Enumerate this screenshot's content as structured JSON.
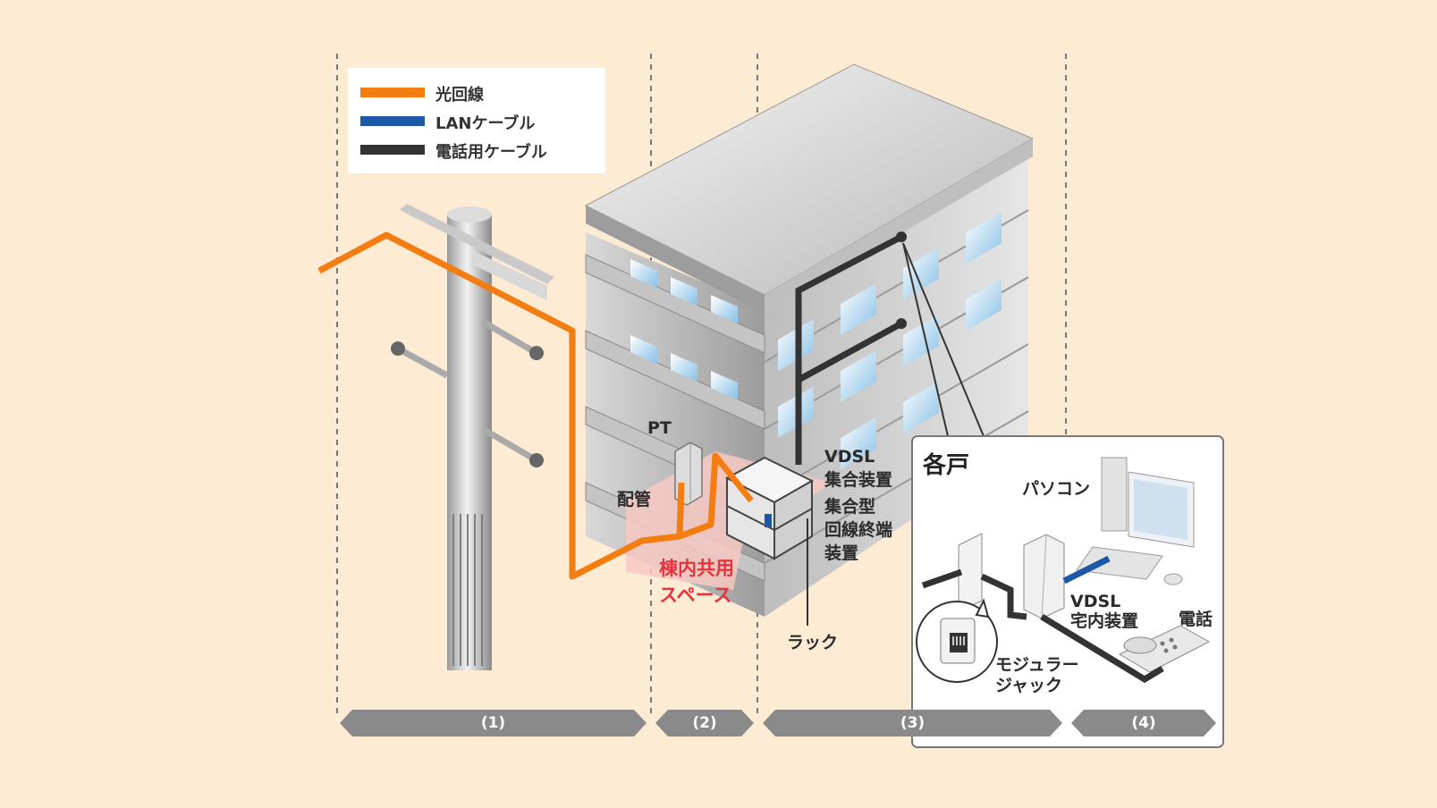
{
  "legend": {
    "items": [
      {
        "label": "光回線",
        "color": "#f47d12"
      },
      {
        "label": "LANケーブル",
        "color": "#1c57a8"
      },
      {
        "label": "電話用ケーブル",
        "color": "#333333"
      }
    ]
  },
  "labels": {
    "pt": "PT",
    "pipe": "配管",
    "common_space_line1": "棟内共用",
    "common_space_line2": "スペース",
    "vdsl_concentrator_line1": "VDSL",
    "vdsl_concentrator_line2": "集合装置",
    "onu_line1": "集合型",
    "onu_line2": "回線終端",
    "onu_line3": "装置",
    "rack": "ラック"
  },
  "inset": {
    "title": "各戸",
    "pc": "パソコン",
    "vdsl_home_line1": "VDSL",
    "vdsl_home_line2": "宅内装置",
    "phone": "電話",
    "jack_line1": "モジュラー",
    "jack_line2": "ジャック"
  },
  "segments": [
    "(1)",
    "(2)",
    "(3)",
    "(4)"
  ],
  "colors": {
    "fiber": "#f47d12",
    "lan": "#1c57a8",
    "phone_cable": "#333333",
    "accent_red": "#e8323c",
    "background": "#fdebd4"
  }
}
